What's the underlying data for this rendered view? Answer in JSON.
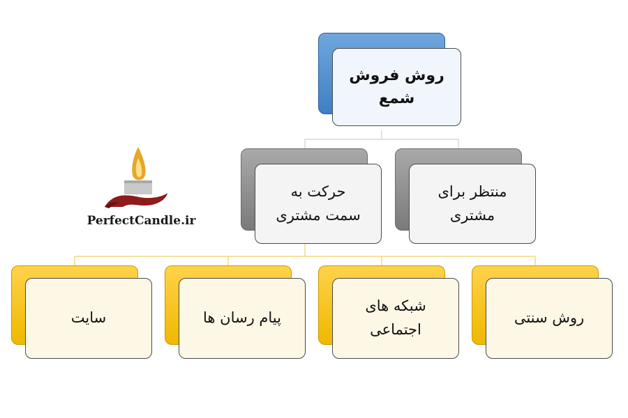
{
  "diagram": {
    "root": {
      "line1": "روش فروش",
      "line2": "شمع"
    },
    "level2": [
      {
        "id": "wait",
        "line1": "منتظر برای",
        "line2": "مشتری"
      },
      {
        "id": "move",
        "line1": "حرکت به",
        "line2": "سمت مشتری"
      }
    ],
    "level3": [
      {
        "id": "trad",
        "line1": "روش سنتی"
      },
      {
        "id": "social",
        "line1": "شبکه های",
        "line2": "اجتماعی"
      },
      {
        "id": "msg",
        "line1": "پیام رسان ها"
      },
      {
        "id": "site",
        "line1": "سایت"
      }
    ],
    "edges": [
      [
        "root",
        "wait"
      ],
      [
        "root",
        "move"
      ],
      [
        "move",
        "trad"
      ],
      [
        "move",
        "social"
      ],
      [
        "move",
        "msg"
      ],
      [
        "move",
        "site"
      ]
    ]
  },
  "logo": {
    "text": "PerfectCandle.ir",
    "flame_color": "#e8a52a",
    "hand_color": "#8e1c1c"
  },
  "colors": {
    "root": "#4f8fd0",
    "level2": "#8f8f8f",
    "level3": "#f5c100",
    "connector_top": "#cfcfcf",
    "connector_bottom": "#f0d060"
  }
}
